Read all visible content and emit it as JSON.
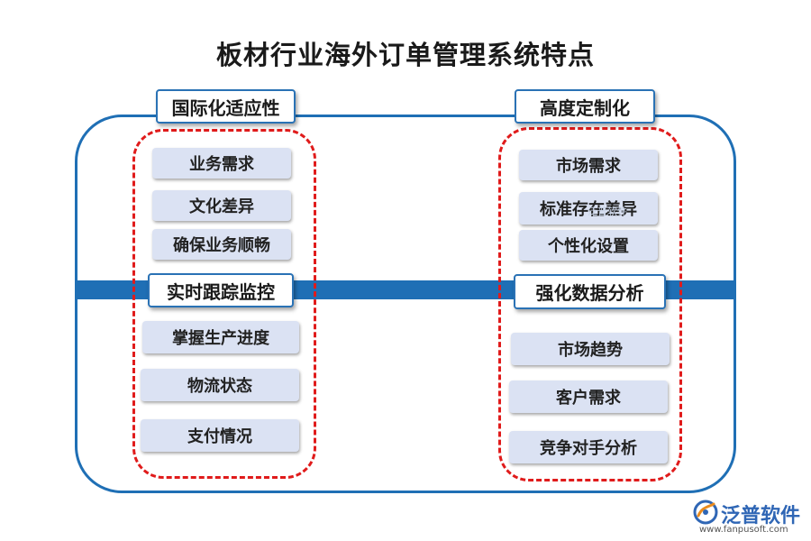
{
  "title": "板材行业海外订单管理系统特点",
  "left_top": {
    "header": "国际化适应性",
    "items": [
      "业务需求",
      "文化差异",
      "确保业务顺畅"
    ]
  },
  "left_bottom": {
    "header": "实时跟踪监控",
    "items": [
      "掌握生产进度",
      "物流状态",
      "支付情况"
    ]
  },
  "right_top": {
    "header": "高度定制化",
    "items": [
      "市场需求",
      "标准存在差异",
      "个性化设置"
    ]
  },
  "right_bottom": {
    "header": "强化数据分析",
    "items": [
      "市场趋势",
      "客户需求",
      "竞争对手分析"
    ]
  },
  "watermark": "泛普软件",
  "logo": {
    "name": "泛普软件",
    "url": "www.fanpusoft.com"
  },
  "colors": {
    "frame": "#1f6fb5",
    "dashed": "#e01b1b",
    "item_fill": "#dbe2f3"
  }
}
